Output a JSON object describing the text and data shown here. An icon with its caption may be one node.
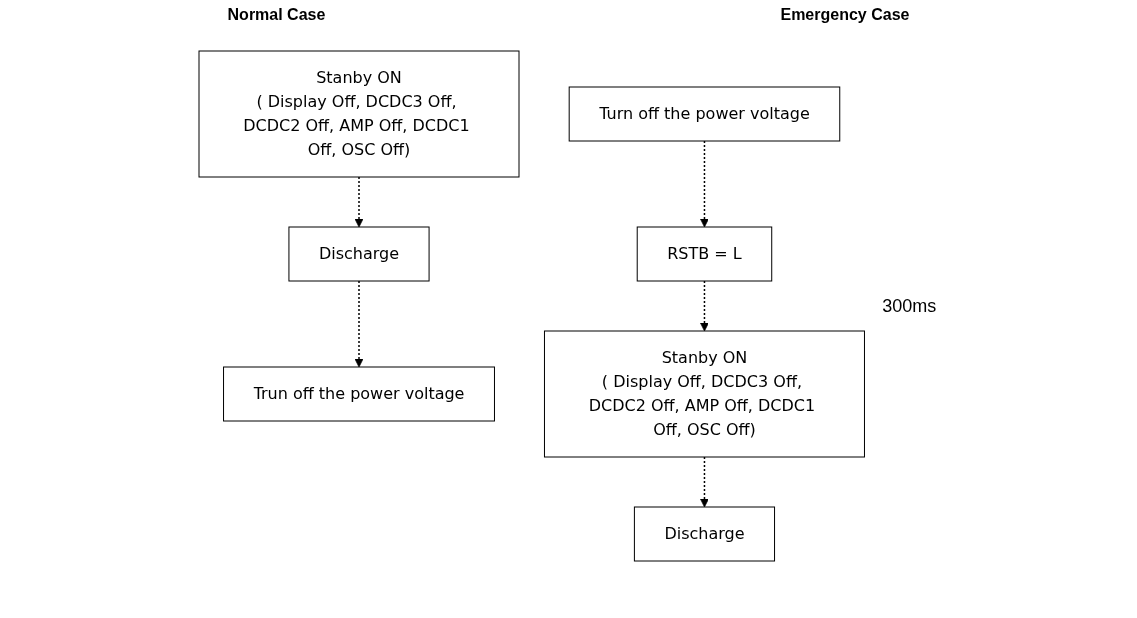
{
  "diagram": {
    "nodes": [
      {
        "text": [
          "Stanby ON",
          "( Display Off, DCDC3 Off, DCDC2 Off, AMP Off, DCDC1 Off, OSC Off)"
        ]
      },
      {
        "text": [
          "Discharge"
        ]
      },
      {
        "text": [
          "Trun off the power voltage"
        ]
      },
      {
        "text": [
          "Turn off the power voltage"
        ]
      },
      {
        "text": [
          "RSTB =  L"
        ]
      },
      {
        "text": [
          "Stanby ON",
          "( Display Off, DCDC3 Off, DCDC2 Off, AMP Off, DCDC1 Off, OSC Off)"
        ]
      },
      {
        "text": [
          "Discharge"
        ]
      }
    ],
    "edges": [
      {
        "from": 0,
        "to": 1,
        "arrow": "to",
        "style": "dashed"
      },
      {
        "from": 1,
        "to": 2,
        "arrow": "to",
        "style": "dashed"
      },
      {
        "from": 3,
        "to": 4,
        "arrow": "to",
        "style": "dashed"
      },
      {
        "from": 4,
        "to": 5,
        "arrow": "to",
        "style": "dashed"
      },
      {
        "from": 5,
        "to": 6,
        "arrow": "to",
        "style": "dashed"
      }
    ],
    "labels": [
      "Normal Case",
      "Emergency Case",
      "300ms"
    ]
  }
}
